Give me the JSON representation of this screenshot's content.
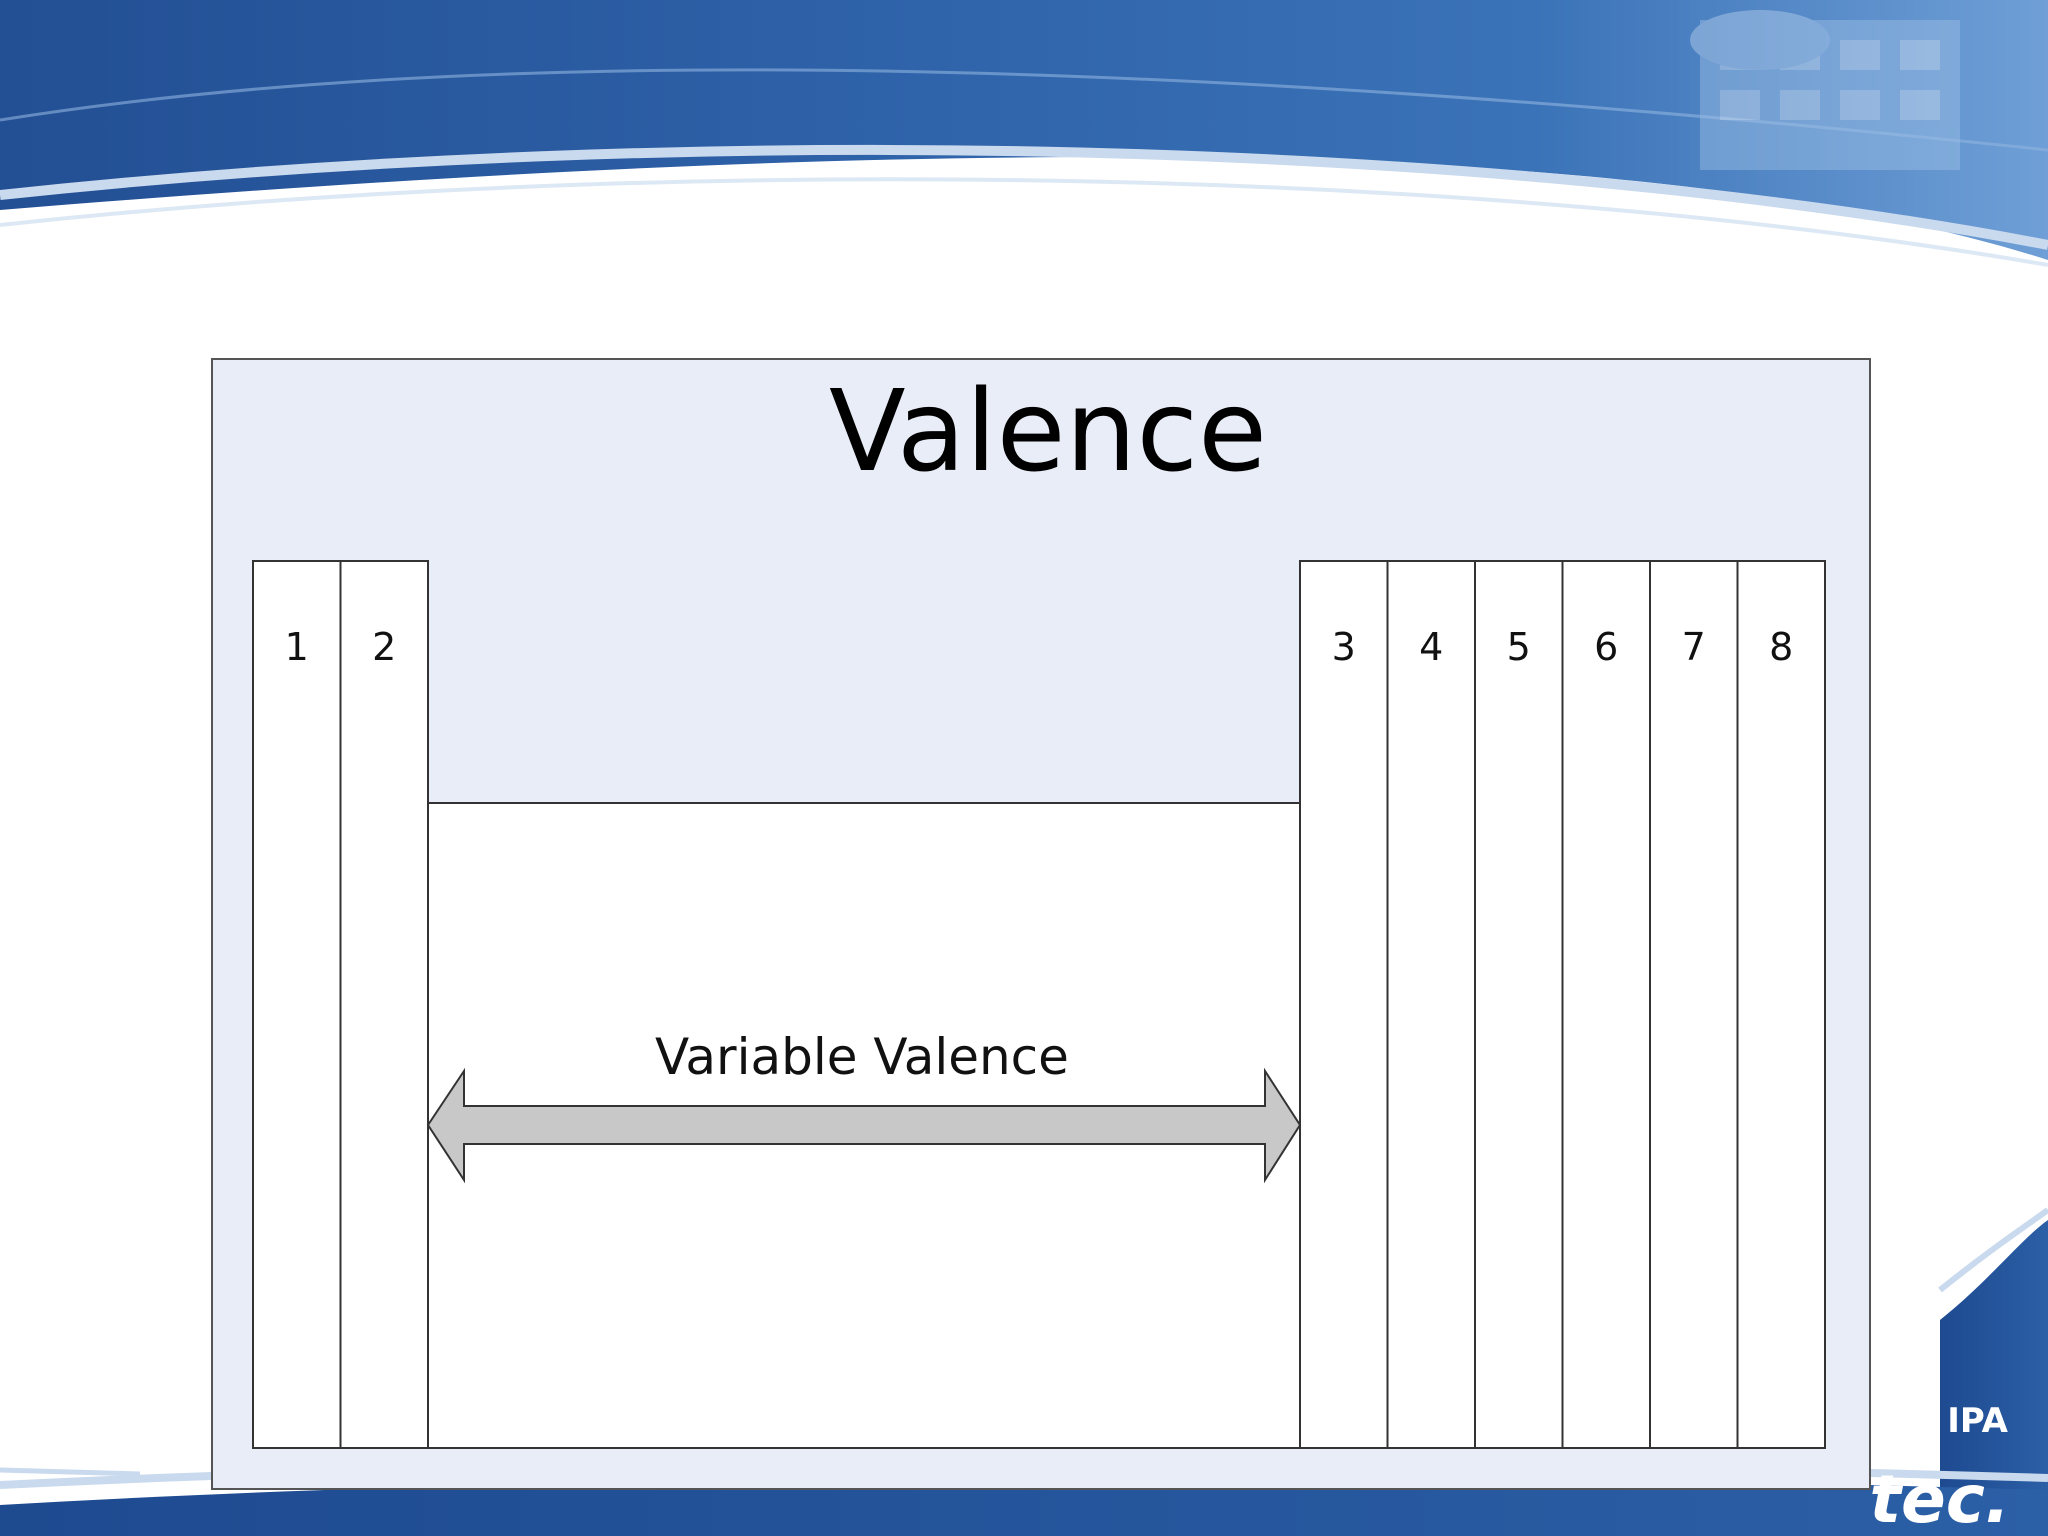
{
  "diagram": {
    "title": "Valence",
    "left_groups": [
      "1",
      "2"
    ],
    "right_groups": [
      "3",
      "4",
      "5",
      "6",
      "7",
      "8"
    ],
    "arrow_label": "Variable Valence"
  },
  "logo": {
    "line1": "IPA",
    "line2": "tec."
  },
  "colors": {
    "panel_fill": "#e9edf7",
    "arrow_fill": "#c8c8c8",
    "banner_dark": "#1f4e96",
    "banner_light": "#6f9fd6"
  }
}
